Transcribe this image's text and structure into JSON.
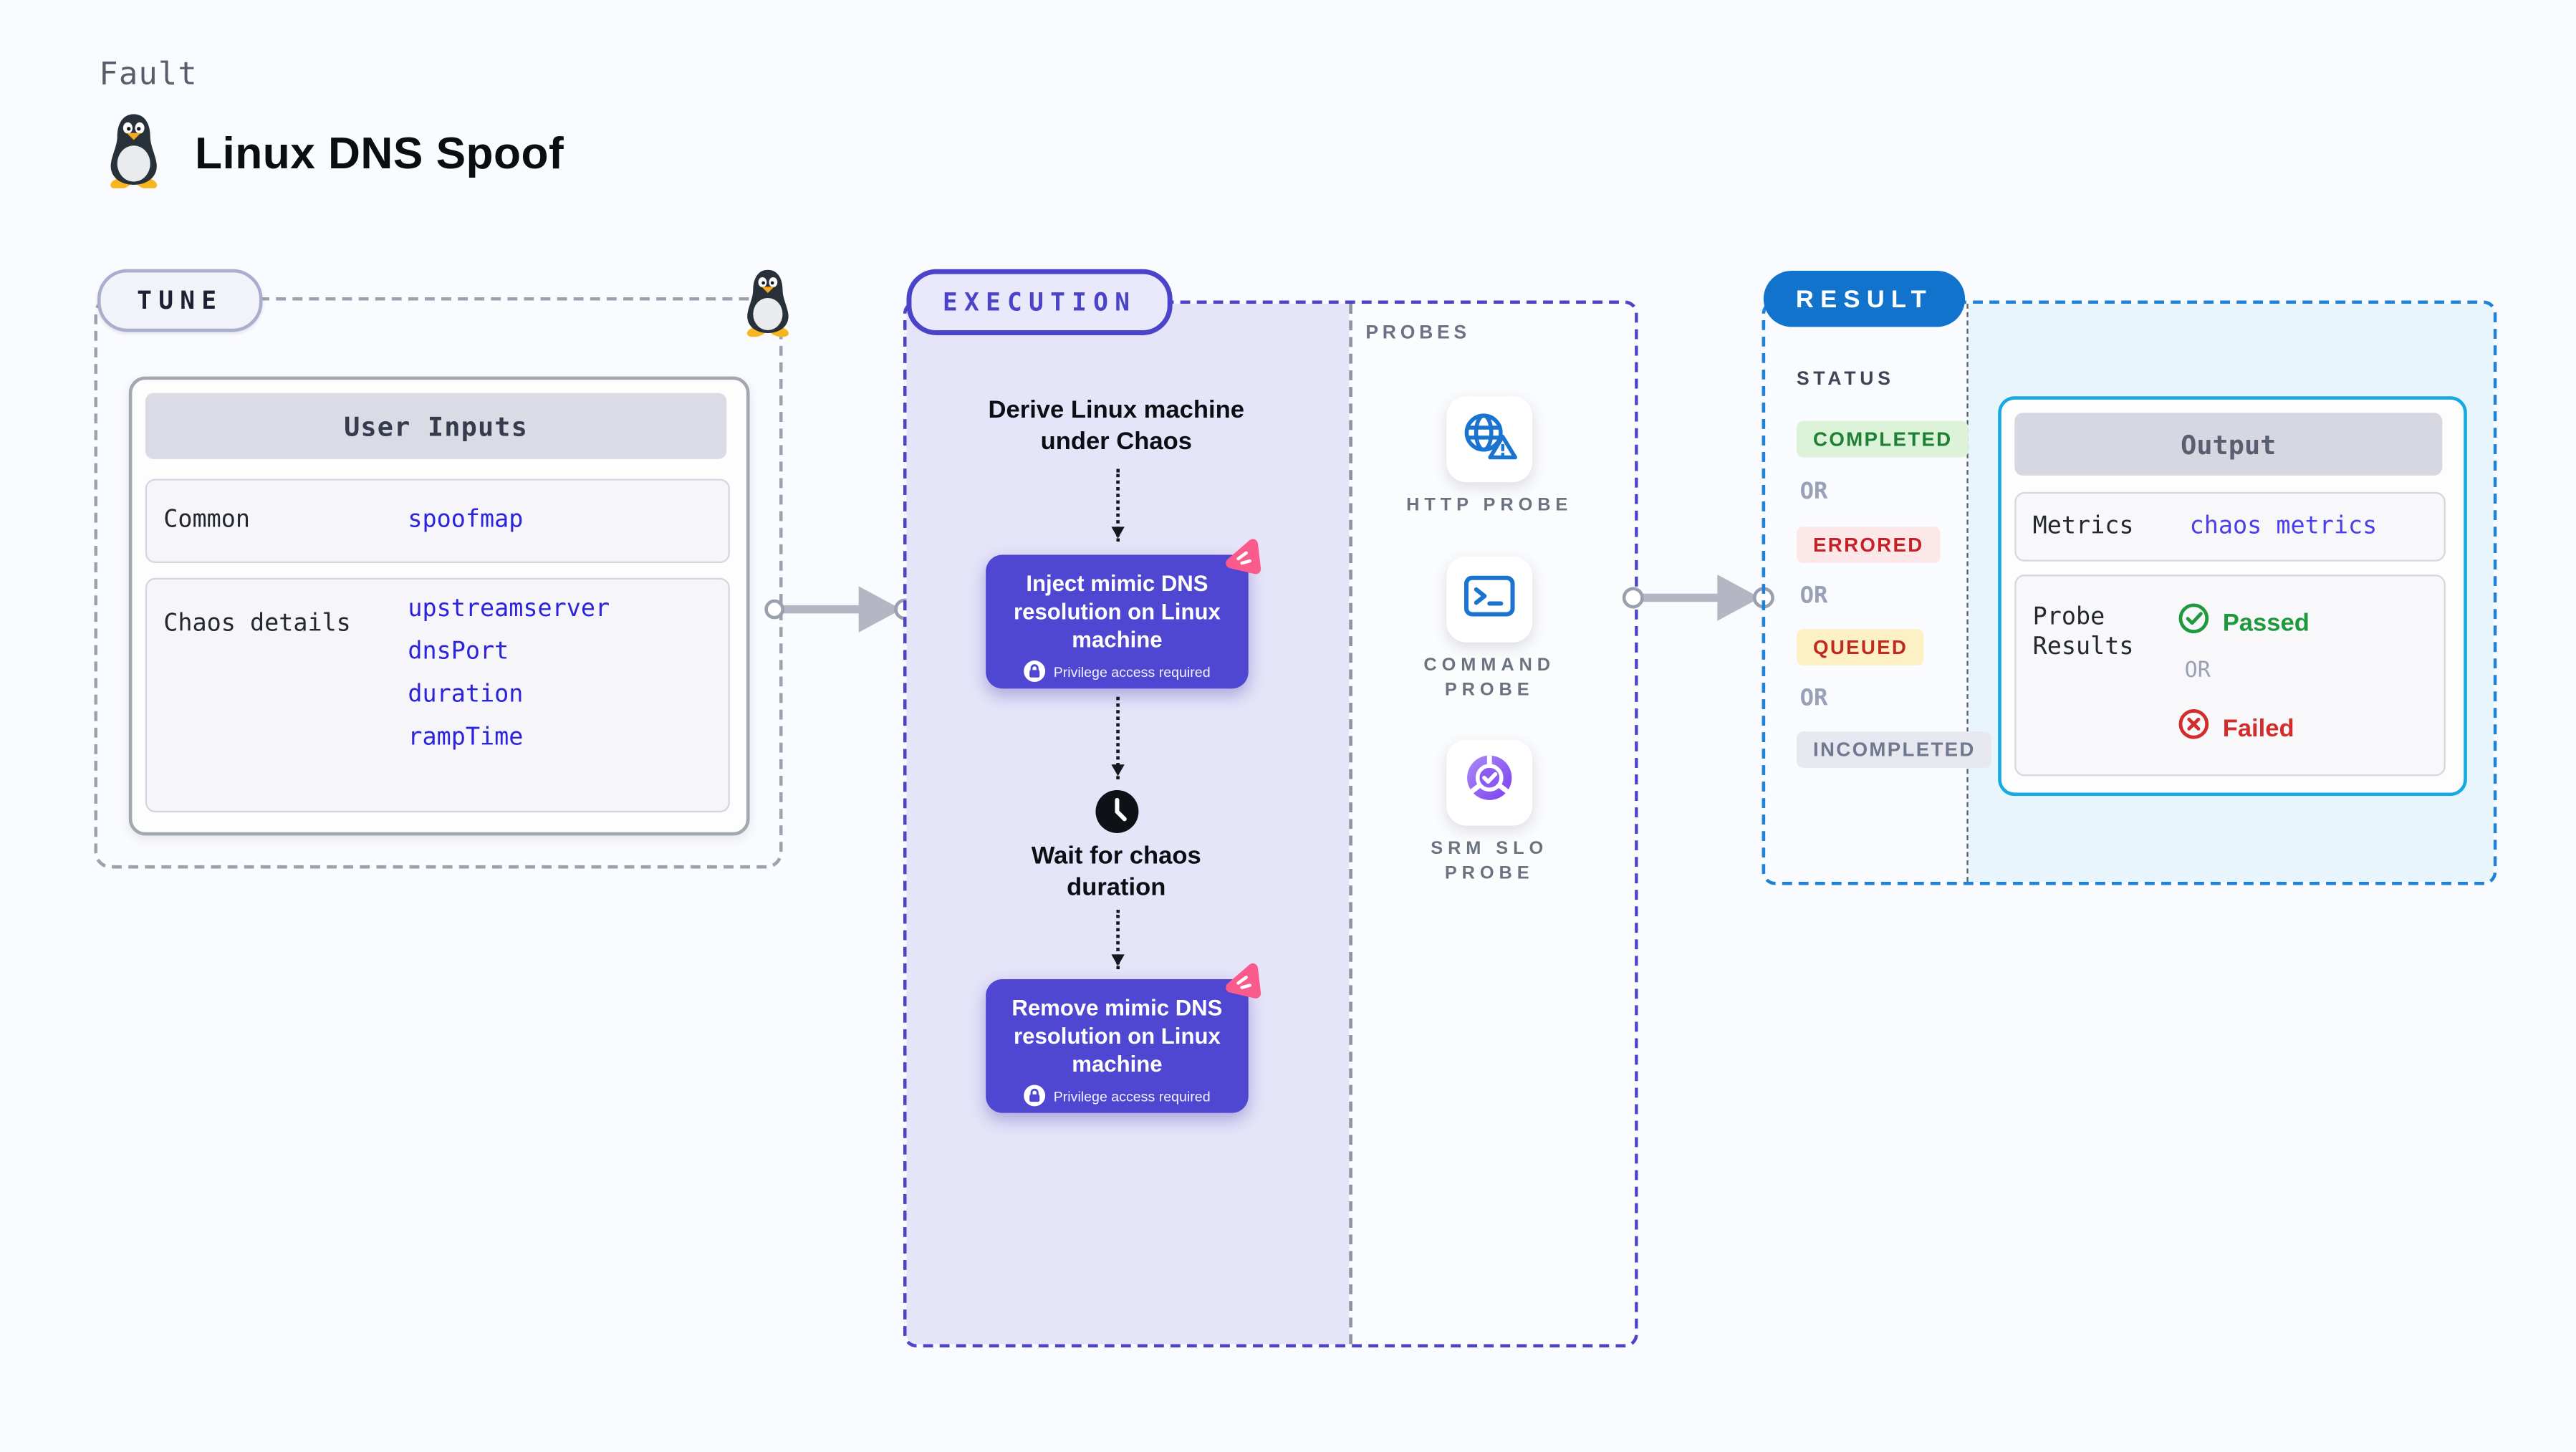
{
  "header": {
    "kicker": "Fault",
    "title": "Linux DNS Spoof"
  },
  "tune": {
    "pill": "TUNE",
    "table": {
      "title": "User Inputs",
      "rows": [
        {
          "label": "Common",
          "values": [
            "spoofmap"
          ]
        },
        {
          "label": "Chaos details",
          "values": [
            "upstreamserver",
            "dnsPort",
            "duration",
            "rampTime"
          ]
        }
      ]
    }
  },
  "execution": {
    "pill": "EXECUTION",
    "start_label": "Derive Linux machine under Chaos",
    "steps": [
      {
        "title": "Inject mimic DNS resolution on Linux machine",
        "privilege": "Privilege access required"
      },
      {
        "title": "Remove mimic DNS resolution on Linux machine",
        "privilege": "Privilege access required"
      }
    ],
    "wait_label": "Wait for chaos duration"
  },
  "probes": {
    "heading": "PROBES",
    "items": [
      {
        "icon": "globe-alert-icon",
        "lines": [
          "HTTP PROBE",
          ""
        ]
      },
      {
        "icon": "terminal-icon",
        "lines": [
          "COMMAND",
          "PROBE"
        ]
      },
      {
        "icon": "slo-donut-icon",
        "lines": [
          "SRM SLO",
          "PROBE"
        ]
      }
    ]
  },
  "result": {
    "pill": "RESULT",
    "status_heading": "STATUS",
    "or_label": "OR",
    "statuses": [
      {
        "label": "COMPLETED",
        "type": "completed"
      },
      {
        "label": "ERRORED",
        "type": "errored"
      },
      {
        "label": "QUEUED",
        "type": "queued"
      },
      {
        "label": "INCOMPLETED",
        "type": "incompleted"
      }
    ],
    "output": {
      "title": "Output",
      "metrics_label": "Metrics",
      "metrics_value": "chaos metrics",
      "probe_label": "Probe Results",
      "passed": "Passed",
      "failed": "Failed"
    }
  },
  "colors": {
    "accent_indigo": "#4f46d1",
    "accent_pink": "#fb5a8c",
    "result_blue": "#1173cb",
    "output_cyan": "#18a9e1",
    "passed_green": "#1f993d",
    "failed_red": "#d32c2c",
    "queued_yellow_bg": "#fdf0c4",
    "link_blue": "#2c24dd"
  }
}
